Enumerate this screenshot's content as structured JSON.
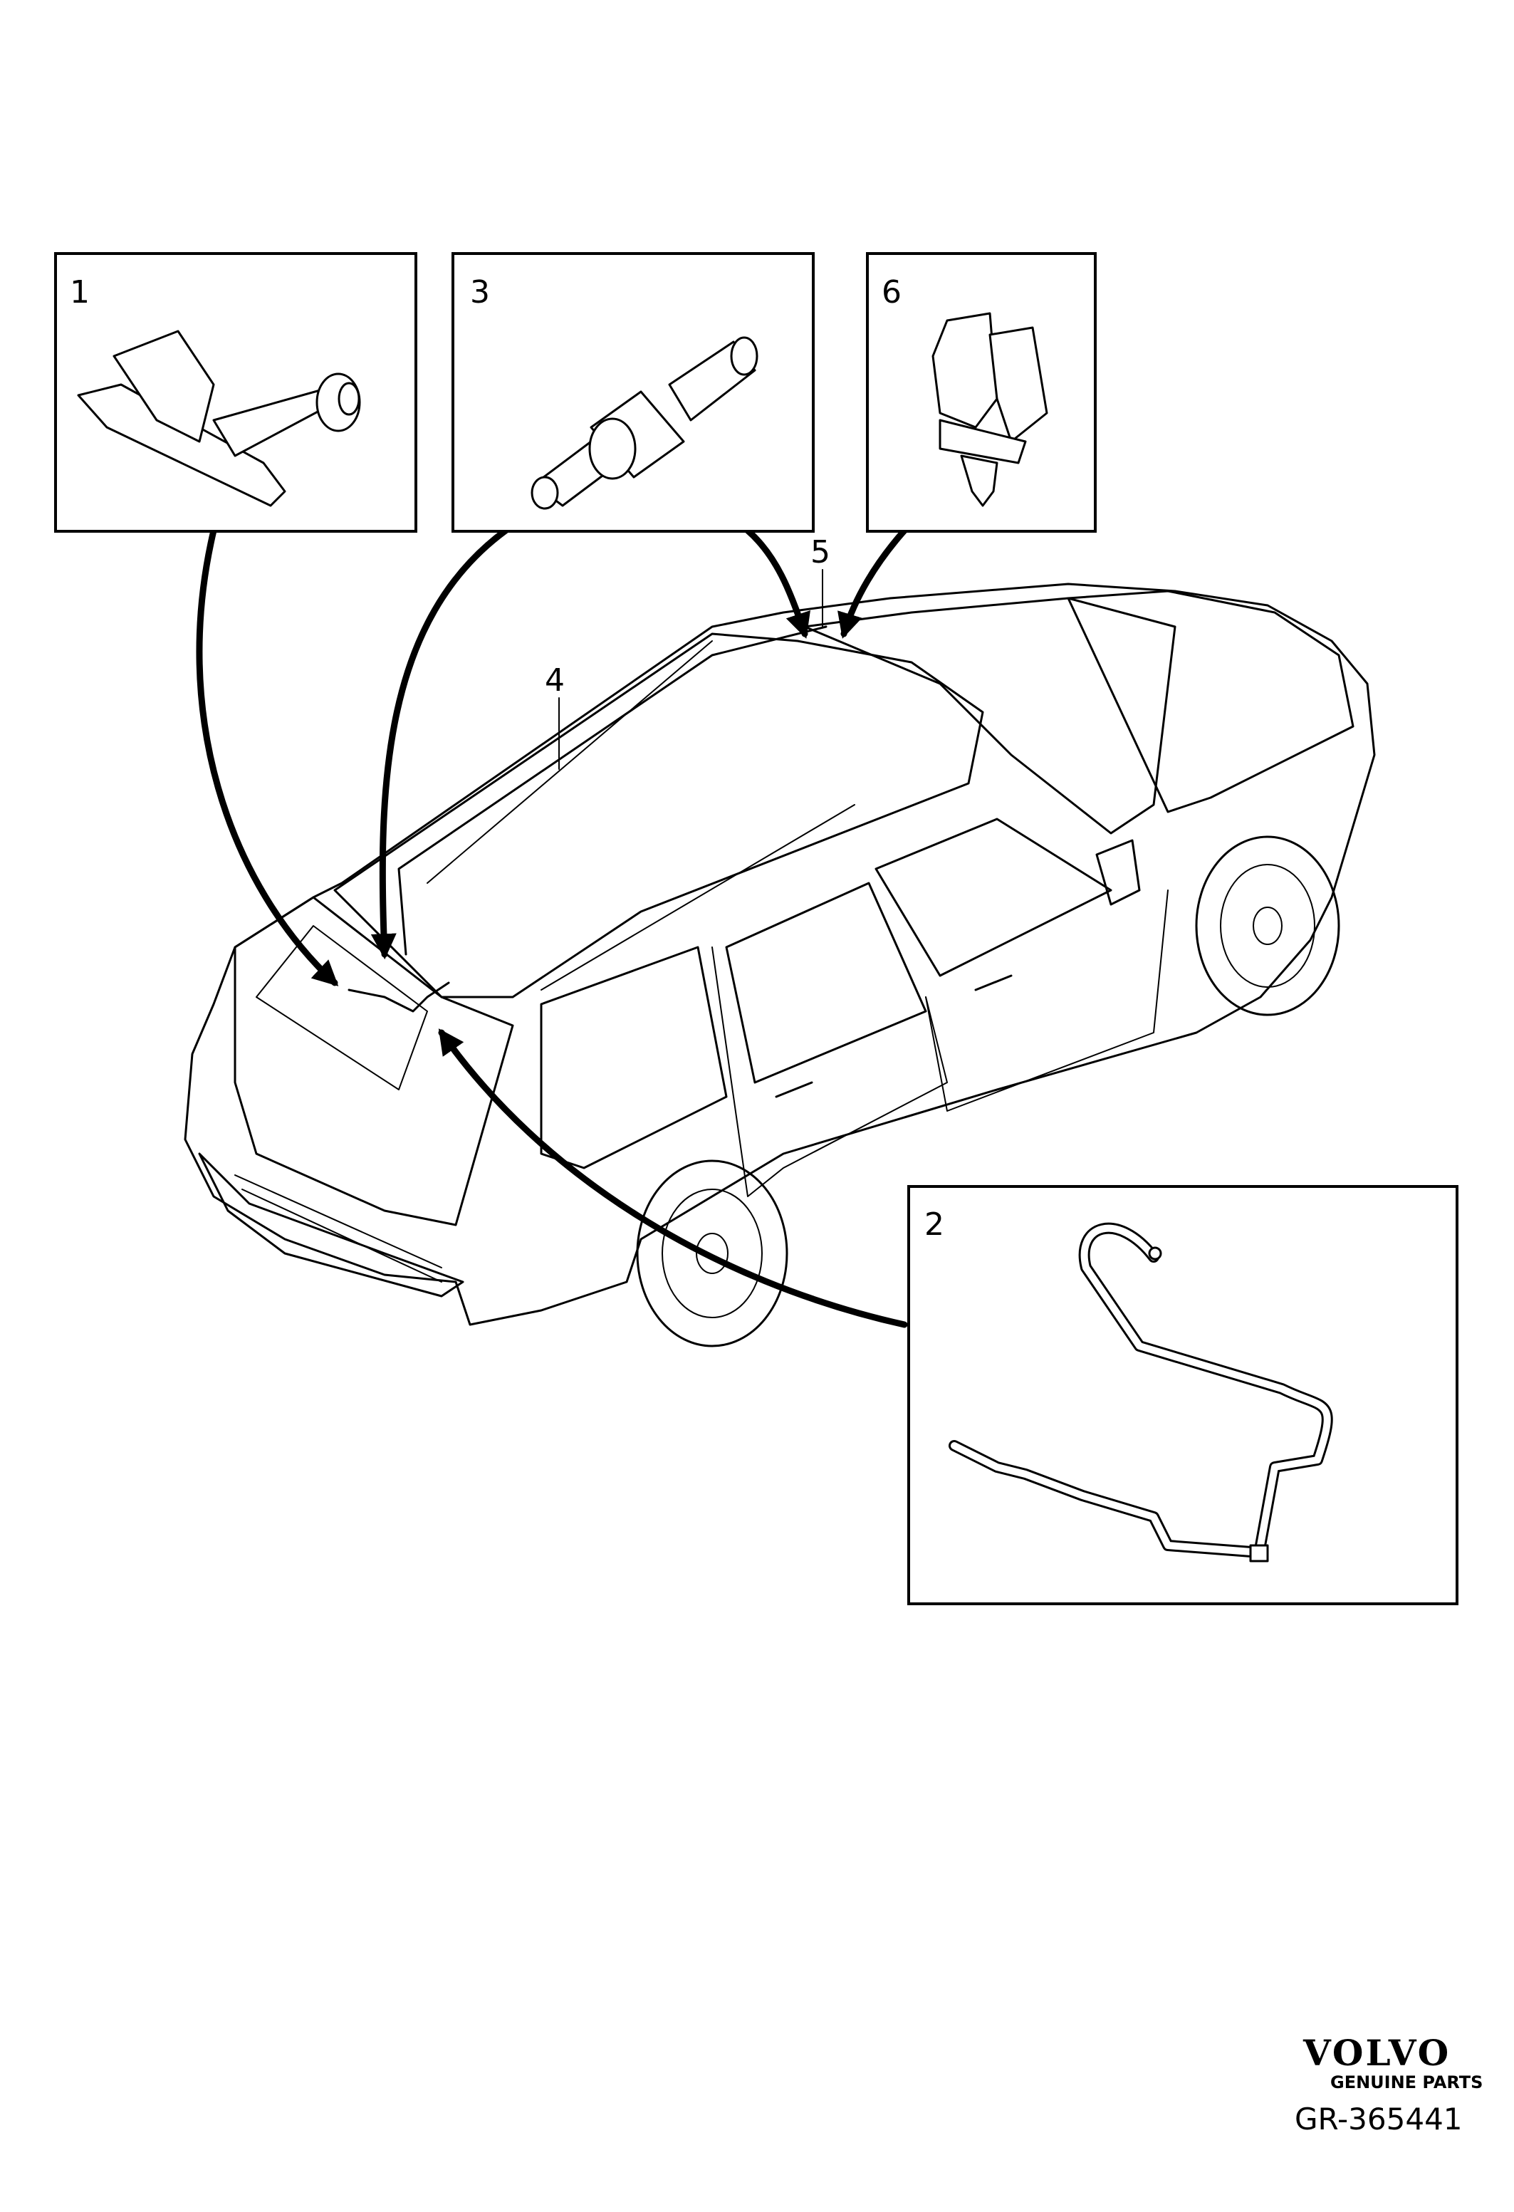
{
  "callouts": {
    "box1": "1",
    "box3": "3",
    "box6": "6",
    "box2": "2",
    "car4": "4",
    "car5": "5"
  },
  "brand": {
    "logo_text": "VOLVO",
    "tagline": "GENUINE PARTS"
  },
  "reference": "GR-365441"
}
